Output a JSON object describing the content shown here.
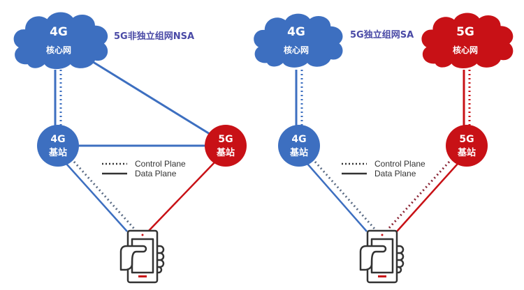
{
  "colors": {
    "blue": "#3d6fc0",
    "red": "#c81116",
    "title": "#4a4aa6",
    "phone": "#333333",
    "phone_accent": "#c81116"
  },
  "nsa": {
    "title": "5G非独立组网NSA",
    "core_4g": {
      "line1": "4G",
      "line2": "核心网"
    },
    "bs_4g": {
      "line1": "4G",
      "line2": "基站"
    },
    "bs_5g": {
      "line1": "5G",
      "line2": "基站"
    },
    "legend": {
      "control": "Control Plane",
      "data": "Data Plane"
    }
  },
  "sa": {
    "title": "5G独立组网SA",
    "core_4g": {
      "line1": "4G",
      "line2": "核心网"
    },
    "core_5g": {
      "line1": "5G",
      "line2": "核心网"
    },
    "bs_4g": {
      "line1": "4G",
      "line2": "基站"
    },
    "bs_5g": {
      "line1": "5G",
      "line2": "基站"
    },
    "legend": {
      "control": "Control Plane",
      "data": "Data Plane"
    }
  },
  "icons": {
    "cloud": "cloud-icon",
    "base_station": "circle-node-icon",
    "phone": "hand-holding-phone-icon"
  }
}
